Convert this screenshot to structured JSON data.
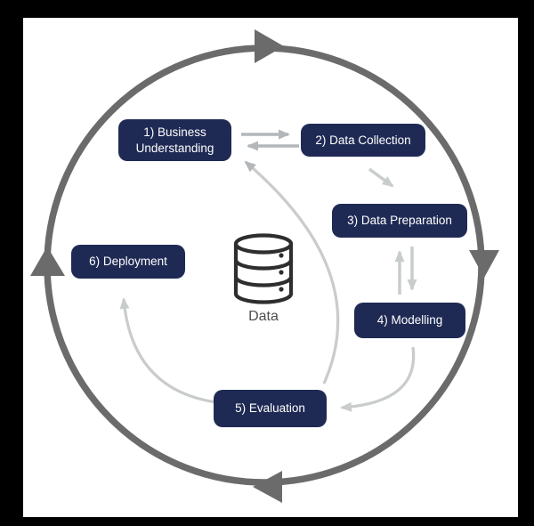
{
  "frame": {
    "background": "#000000",
    "canvas_background": "#ffffff"
  },
  "diagram": {
    "type": "cycle",
    "boxes": [
      {
        "id": "business-understanding",
        "label": "1) Business Understanding"
      },
      {
        "id": "data-collection",
        "label": "2) Data Collection"
      },
      {
        "id": "data-preparation",
        "label": "3) Data Preparation"
      },
      {
        "id": "modelling",
        "label": "4) Modelling"
      },
      {
        "id": "evaluation",
        "label": "5) Evaluation"
      },
      {
        "id": "deployment",
        "label": "6) Deployment"
      }
    ],
    "center": {
      "icon": "database-icon",
      "label": "Data"
    },
    "outer_cycle": {
      "direction": "clockwise",
      "arrowheads": 4
    },
    "edges": [
      {
        "from": "1) Business Understanding",
        "to": "2) Data Collection",
        "style": "straight"
      },
      {
        "from": "2) Data Collection",
        "to": "1) Business Understanding",
        "style": "straight"
      },
      {
        "from": "2) Data Collection",
        "to": "3) Data Preparation",
        "style": "straight"
      },
      {
        "from": "3) Data Preparation",
        "to": "4) Modelling",
        "style": "straight"
      },
      {
        "from": "4) Modelling",
        "to": "3) Data Preparation",
        "style": "straight"
      },
      {
        "from": "4) Modelling",
        "to": "5) Evaluation",
        "style": "curved"
      },
      {
        "from": "5) Evaluation",
        "to": "1) Business Understanding",
        "style": "curved"
      },
      {
        "from": "5) Evaluation",
        "to": "6) Deployment",
        "style": "curved"
      }
    ],
    "colors": {
      "box_fill": "#1f2a54",
      "box_text": "#ffffff",
      "cycle_ring": "#6b6b6b",
      "arrow_medium": "#b4b7b9",
      "arrow_light": "#c9cccd",
      "database_icon": "#2e2e2e",
      "center_label_text": "#4d4d4d"
    }
  }
}
